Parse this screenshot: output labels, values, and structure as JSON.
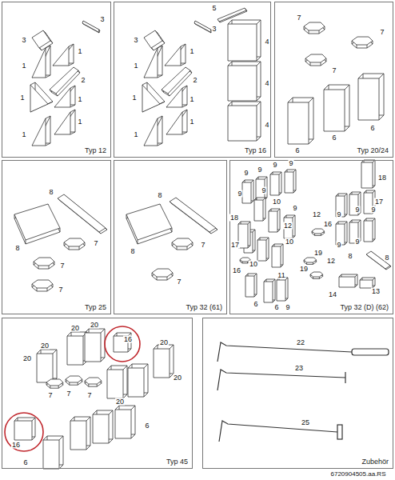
{
  "diagram": {
    "nodes": [
      {
        "text": [
          "Typ 12"
        ]
      },
      {
        "text": [
          "Typ 16"
        ]
      },
      {
        "text": [
          "Typ 20/24"
        ]
      },
      {
        "text": [
          "Typ 25"
        ]
      },
      {
        "text": [
          "Typ 32 (61)"
        ]
      },
      {
        "text": [
          "Typ 32 (D) (62)"
        ]
      },
      {
        "text": [
          "Typ 45"
        ]
      },
      {
        "text": [
          "Zubehör"
        ]
      }
    ],
    "labels": [
      "3",
      "3",
      "1",
      "1",
      "2",
      "1",
      "1",
      "1",
      "1",
      "3",
      "3",
      "1",
      "1",
      "2",
      "1",
      "1",
      "1",
      "1",
      "5",
      "4",
      "4",
      "4",
      "7",
      "7",
      "7",
      "6",
      "6",
      "6",
      "8",
      "8",
      "7",
      "7",
      "7",
      "8",
      "8",
      "7",
      "7",
      "9",
      "9",
      "9",
      "9",
      "18",
      "9",
      "9",
      "17",
      "18",
      "10",
      "12",
      "9",
      "9",
      "9",
      "9",
      "17",
      "12",
      "16",
      "10",
      "10",
      "9",
      "9",
      "16",
      "19",
      "12",
      "8",
      "8",
      "19",
      "11",
      "9",
      "14",
      "13",
      "6",
      "6",
      "20",
      "20",
      "20",
      "16",
      "20",
      "20",
      "20",
      "20",
      "7",
      "7",
      "7",
      "16",
      "6",
      "6",
      "22",
      "23",
      "25",
      "6720904505.aa.RS"
    ]
  }
}
